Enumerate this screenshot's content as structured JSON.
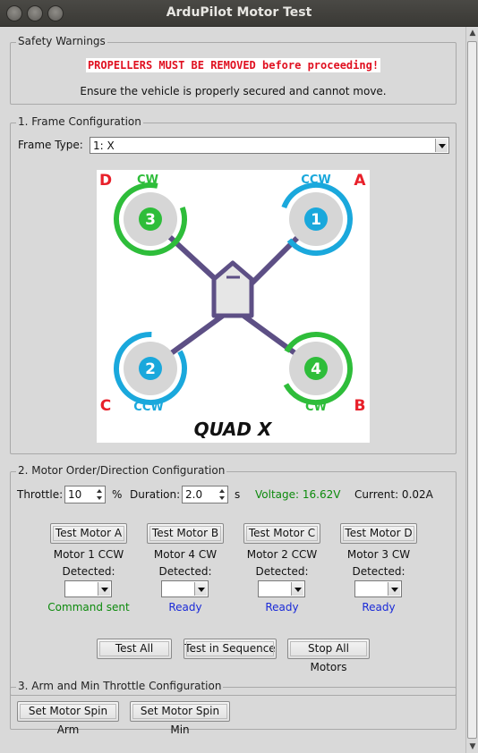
{
  "window": {
    "title": "ArduPilot Motor Test"
  },
  "safety": {
    "group_label": "Safety Warnings",
    "warning_red": "PROPELLERS MUST BE REMOVED before proceeding!",
    "warning_black": "Ensure the vehicle is properly secured and cannot move."
  },
  "frame": {
    "group_label": "1. Frame Configuration",
    "type_label": "Frame Type:",
    "type_value": "1: X",
    "diagram": {
      "caption": "QUAD X",
      "motors": [
        {
          "number": "1",
          "letter": "A",
          "dir": "CCW",
          "color": "#1aa8dc"
        },
        {
          "number": "2",
          "letter": "C",
          "dir": "CCW",
          "color": "#1aa8dc"
        },
        {
          "number": "3",
          "letter": "D",
          "dir": "CW",
          "color": "#2ebd3a"
        },
        {
          "number": "4",
          "letter": "B",
          "dir": "CW",
          "color": "#2ebd3a"
        }
      ],
      "letter_color": "#e8202a",
      "arm_color": "#5d4f85"
    }
  },
  "motor_order": {
    "group_label": "2. Motor Order/Direction Configuration",
    "throttle_label": "Throttle:",
    "throttle_value": "10",
    "throttle_unit": "%",
    "duration_label": "Duration:",
    "duration_value": "2.0",
    "duration_unit": "s",
    "voltage": "Voltage: 16.62V",
    "current": "Current: 0.02A",
    "detected_label": "Detected:",
    "motors": [
      {
        "button": "Test Motor A",
        "desc": "Motor 1 CCW",
        "status": "Command sent"
      },
      {
        "button": "Test Motor B",
        "desc": "Motor 4 CW",
        "status": "Ready"
      },
      {
        "button": "Test Motor C",
        "desc": "Motor 2 CCW",
        "status": "Ready"
      },
      {
        "button": "Test Motor D",
        "desc": "Motor 3 CW",
        "status": "Ready"
      }
    ],
    "test_all": "Test All",
    "test_sequence": "Test in Sequence",
    "stop_all": "Stop All Motors"
  },
  "arm": {
    "group_label": "3. Arm and Min Throttle Configuration",
    "spin_arm": "Set Motor Spin Arm",
    "spin_min": "Set Motor Spin Min"
  },
  "colors": {
    "status_sent": "#0c8a0c",
    "status_ready": "#1a2ad8",
    "voltage": "#0c8a0c",
    "warning_red": "#e01020"
  }
}
